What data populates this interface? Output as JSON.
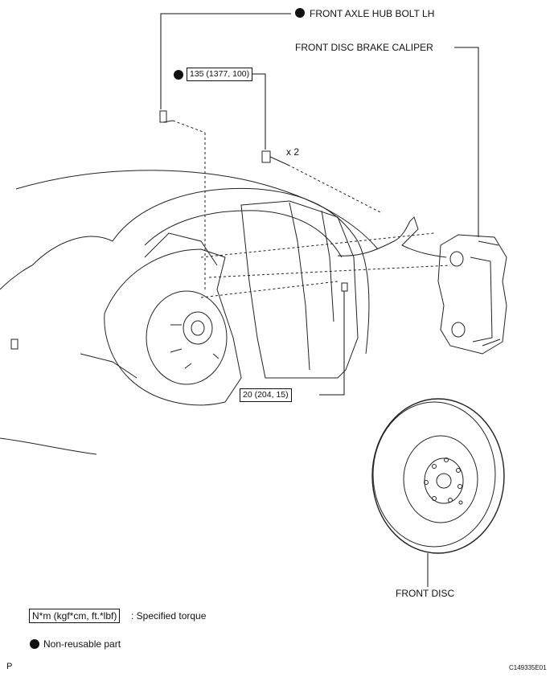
{
  "callouts": {
    "hub_bolt": "FRONT AXLE HUB BOLT LH",
    "caliper": "FRONT DISC BRAKE CALIPER",
    "disc": "FRONT DISC",
    "torque_caliper_bolt": "135 (1377, 100)",
    "quantity": "x 2",
    "torque_small_bolt": "20 (204, 15)"
  },
  "legend": {
    "torque_format": "N*m (kgf*cm, ft.*lbf)",
    "torque_desc": ": Specified torque",
    "nonreusable_desc": "Non-reusable part"
  },
  "footer": {
    "left": "P",
    "right": "C149335E01"
  },
  "icons": {
    "nonreusable": "filled-circle-icon"
  }
}
